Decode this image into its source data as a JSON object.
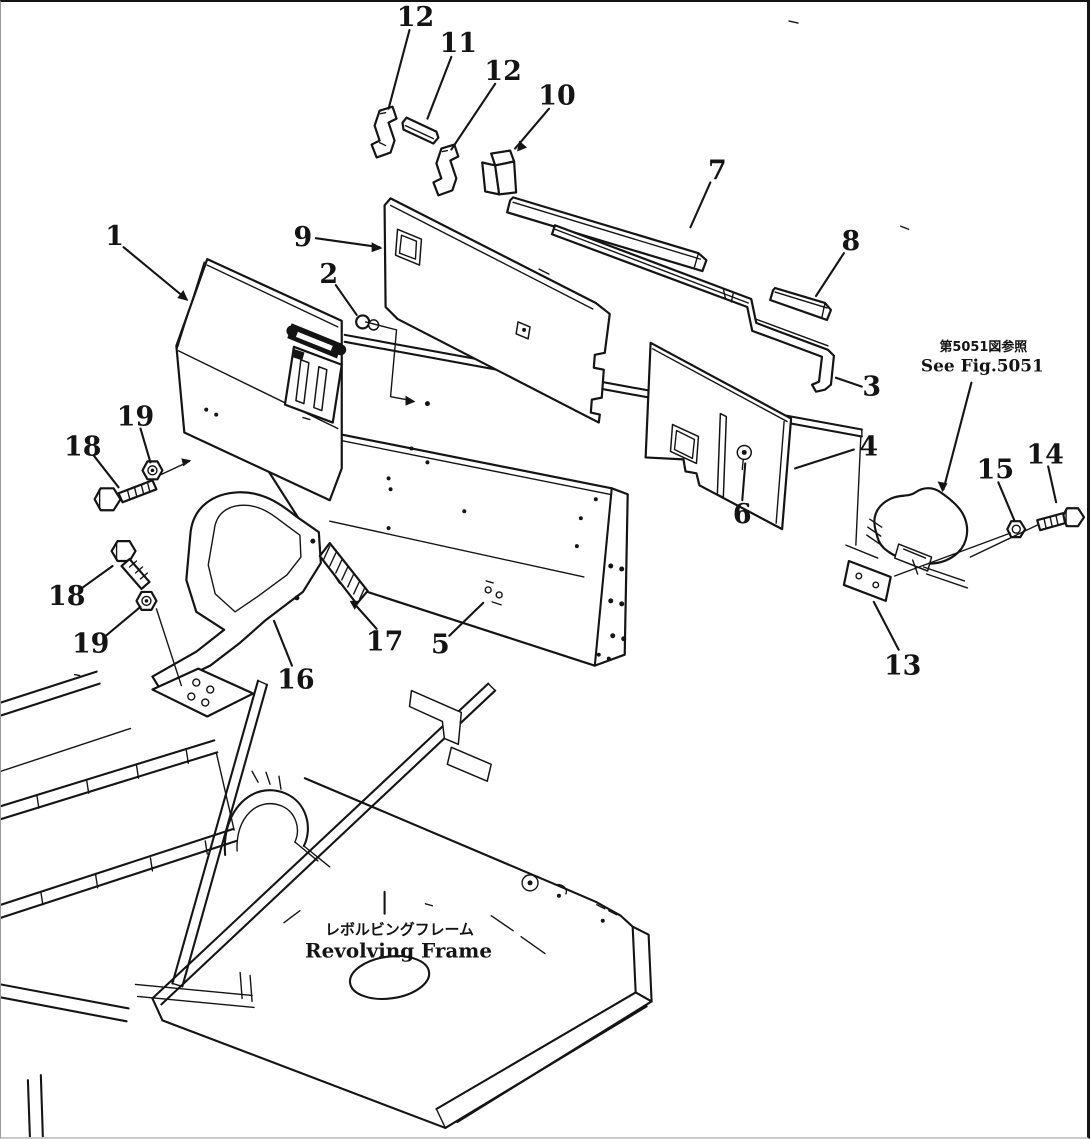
{
  "figure": {
    "title": "Revolving Frame exploded parts diagram",
    "caption_jp": "レボルビングフレーム",
    "caption_en": "Revolving Frame",
    "ref_note_jp": "第5051図参照",
    "ref_note_en": "See Fig.5051",
    "ink_color": "#141414",
    "background_color": "#ffffff"
  },
  "callouts": [
    {
      "id": "12-a",
      "text": "12"
    },
    {
      "id": "11",
      "text": "11"
    },
    {
      "id": "12-b",
      "text": "12"
    },
    {
      "id": "10",
      "text": "10"
    },
    {
      "id": "7",
      "text": "7"
    },
    {
      "id": "8",
      "text": "8"
    },
    {
      "id": "1",
      "text": "1"
    },
    {
      "id": "9",
      "text": "9"
    },
    {
      "id": "2",
      "text": "2"
    },
    {
      "id": "3",
      "text": "3"
    },
    {
      "id": "4",
      "text": "4"
    },
    {
      "id": "6",
      "text": "6"
    },
    {
      "id": "5",
      "text": "5"
    },
    {
      "id": "13",
      "text": "13"
    },
    {
      "id": "14",
      "text": "14"
    },
    {
      "id": "15",
      "text": "15"
    },
    {
      "id": "16",
      "text": "16"
    },
    {
      "id": "17",
      "text": "17"
    },
    {
      "id": "18-a",
      "text": "18"
    },
    {
      "id": "19-a",
      "text": "19"
    },
    {
      "id": "18-b",
      "text": "18"
    },
    {
      "id": "19-b",
      "text": "19"
    }
  ]
}
